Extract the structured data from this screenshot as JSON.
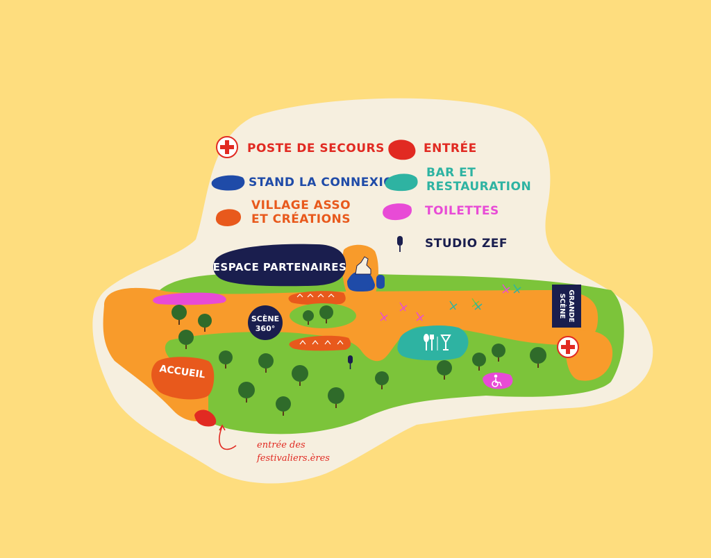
{
  "colors": {
    "background": "#FEDD7E",
    "paper": "#F6EFDF",
    "grass": "#7CC43A",
    "path": "#F89B2B",
    "navy": "#1A1E4E",
    "red": "#E12A22",
    "blue": "#1F4BA8",
    "orange": "#E8591C",
    "teal": "#2EB3A2",
    "pink": "#E84BD6",
    "tree": "#2F6B2A"
  },
  "legend": {
    "first_aid": "POSTE DE SECOURS",
    "entrance": "ENTRÉE",
    "stand": "STAND LA CONNEXION",
    "bar_line1": "BAR ET",
    "bar_line2": "RESTAURATION",
    "village_line1": "VILLAGE ASSO",
    "village_line2": "ET CRÉATIONS",
    "toilets": "TOILETTES",
    "studio": "STUDIO ZEF"
  },
  "map": {
    "partners": "ESPACE PARTENAIRES",
    "scene360_line1": "SCÈNE",
    "scene360_line2": "360°",
    "grande_scene_line1": "GRANDE",
    "grande_scene_line2": "SCÈNE",
    "accueil": "ACCUEIL",
    "entry_note_line1": "entrée des",
    "entry_note_line2": "festivaliers.ères"
  },
  "icons": {
    "first_aid": "red-cross-icon",
    "studio": "microphone-icon",
    "bar": "food-drink-icon",
    "accessible": "wheelchair-icon",
    "monument": "equestrian-statue-icon",
    "tree": "tree-icon",
    "deckchair": "deckchair-icon"
  }
}
